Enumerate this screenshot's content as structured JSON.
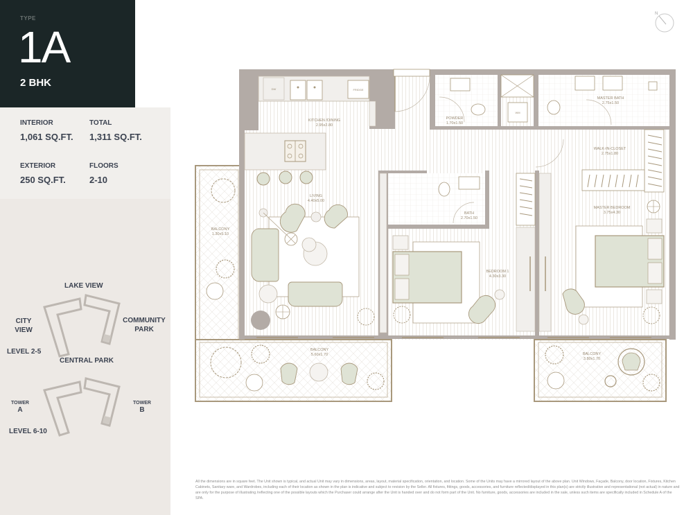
{
  "unit": {
    "type_label": "TYPE",
    "type_code": "1A",
    "bhk": "2 BHK"
  },
  "stats": [
    {
      "label": "INTERIOR",
      "value": "1,061 SQ.FT."
    },
    {
      "label": "TOTAL",
      "value": "1,311 SQ.FT."
    },
    {
      "label": "EXTERIOR",
      "value": "250 SQ.FT."
    },
    {
      "label": "FLOORS",
      "value": "2-10"
    }
  ],
  "key_plan": {
    "views": {
      "top": "LAKE VIEW",
      "left_1": "CITY",
      "left_2": "VIEW",
      "right_1": "COMMUNITY",
      "right_2": "PARK",
      "bottom": "CENTRAL PARK"
    },
    "levels": [
      "LEVEL 2-5",
      "LEVEL 6-10"
    ],
    "towers": [
      {
        "label": "TOWER",
        "id": "A"
      },
      {
        "label": "TOWER",
        "id": "B"
      }
    ]
  },
  "compass": {
    "label": "N",
    "icon": "north-arrow-icon"
  },
  "rooms": [
    {
      "name": "KITCHEN /DINING",
      "dims": "2.95x2.80"
    },
    {
      "name": "POWDER",
      "dims": "1.70x1.50"
    },
    {
      "name": "MASTER BATH",
      "dims": "2.75x1.50"
    },
    {
      "name": "WALK-IN-CLOSET",
      "dims": "2.75x1.80"
    },
    {
      "name": "LIVING",
      "dims": "4.40x5.00"
    },
    {
      "name": "BALCONY",
      "dims": "1.30x5.10"
    },
    {
      "name": "BATH",
      "dims": "2.70x1.50"
    },
    {
      "name": "BEDROOM 1",
      "dims": "4.30x3.30"
    },
    {
      "name": "MASTER BEDROOM",
      "dims": "3.75x4.30"
    },
    {
      "name": "BALCONY",
      "dims": "5.60x1.70"
    },
    {
      "name": "BALCONY",
      "dims": "3.80x1.70"
    }
  ],
  "fixtures": {
    "dw": "DW",
    "fridge": "FRIDGE",
    "wm": "WM"
  },
  "colors": {
    "header_bg": "#1b2627",
    "panel_bg": "#ede9e5",
    "wall": "#b3aba6",
    "outline": "#a08c6c",
    "furniture_fill": "#dfe3d5",
    "floor_line": "#e6e2dc"
  },
  "disclaimer": "All the dimensions are in square feet. The Unit shown is typical, and actual Unit may vary in dimensions, areas, layout, material specification, orientation, and location. Some of the Units may have a mirrored layout of the above plan. Unit Windows, Façade, Balcony, door location, Fixtures, Kitchen Cabinets, Sanitary ware, and Wardrobes, including each of their location as shown in the plan is indicative and subject to revision by the Seller. All fixtures, fittings, goods, accessories, and furniture reflected/displayed in this plan(s) are strictly illustrative and representational (not actual) in nature and are only for the purpose of illustrating /reflecting one of the possible layouts which the Purchaser could arrange after the Unit is handed over and do not form part of the Unit. No furniture, goods, accessories are included in the sale, unless such items are specifically included in Schedule A of the SPA."
}
